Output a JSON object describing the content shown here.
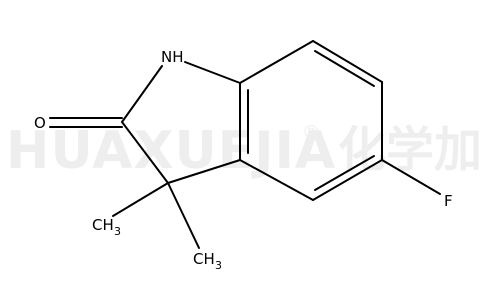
{
  "watermark": {
    "latin": "HUAXUEJIA",
    "registered": "®",
    "cjk": "化学加"
  },
  "atoms": {
    "nh": "NH",
    "o": "O",
    "f": "F",
    "ch3_a": {
      "base": "CH",
      "sub": "3"
    },
    "ch3_b": {
      "base": "CH",
      "sub": "3"
    }
  }
}
